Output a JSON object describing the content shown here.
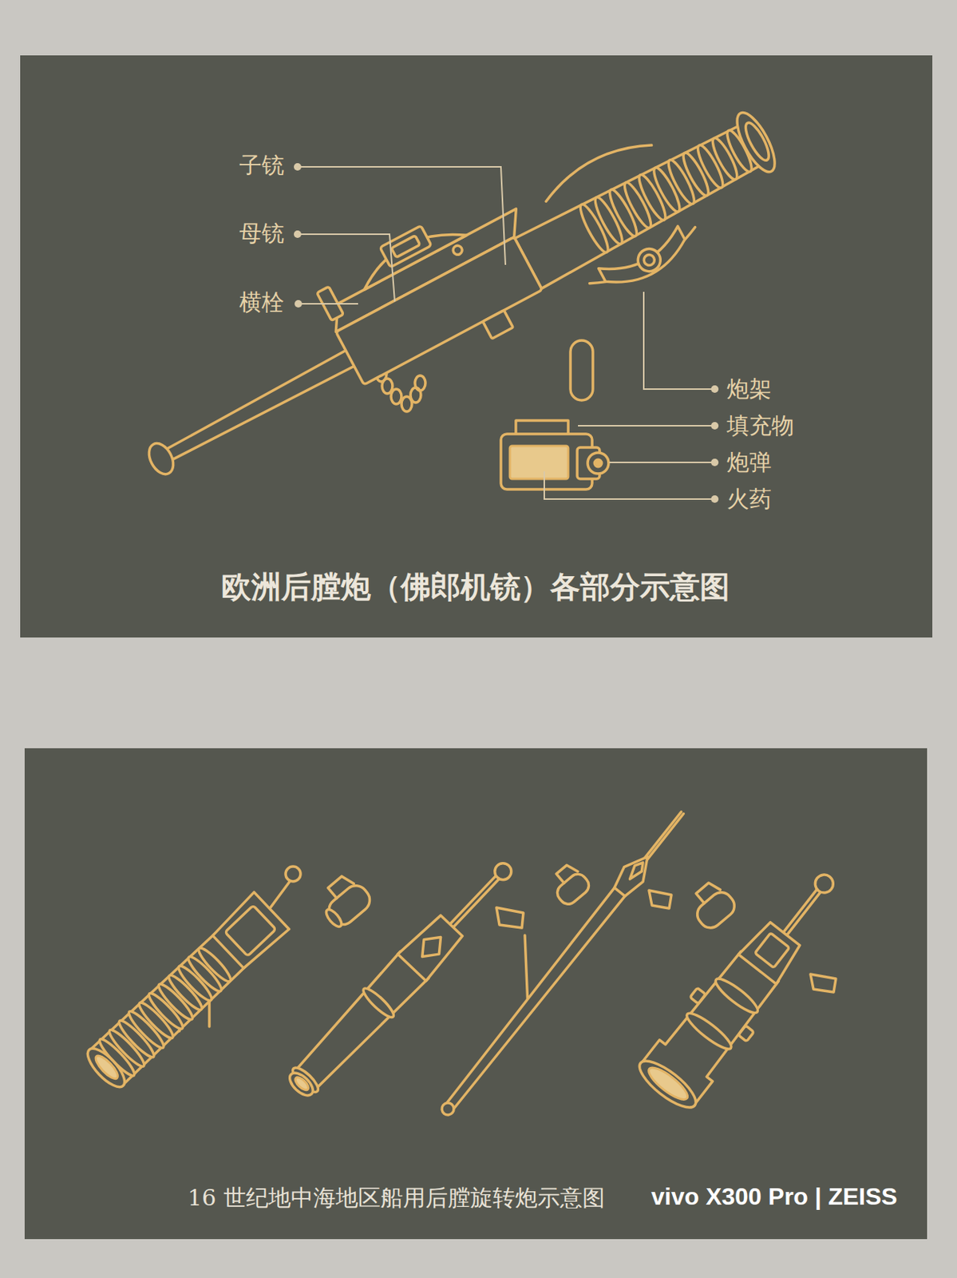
{
  "diagram": {
    "labels": [
      "子铳",
      "母铳",
      "横栓",
      "炮架",
      "填充物",
      "炮弹",
      "火药",
      "欧洲后膛炮（佛郎机铳）各部分示意图",
      "16 世纪地中海地区船用后膛旋转炮示意图",
      "vivo X300 Pro | ZEISS"
    ]
  }
}
